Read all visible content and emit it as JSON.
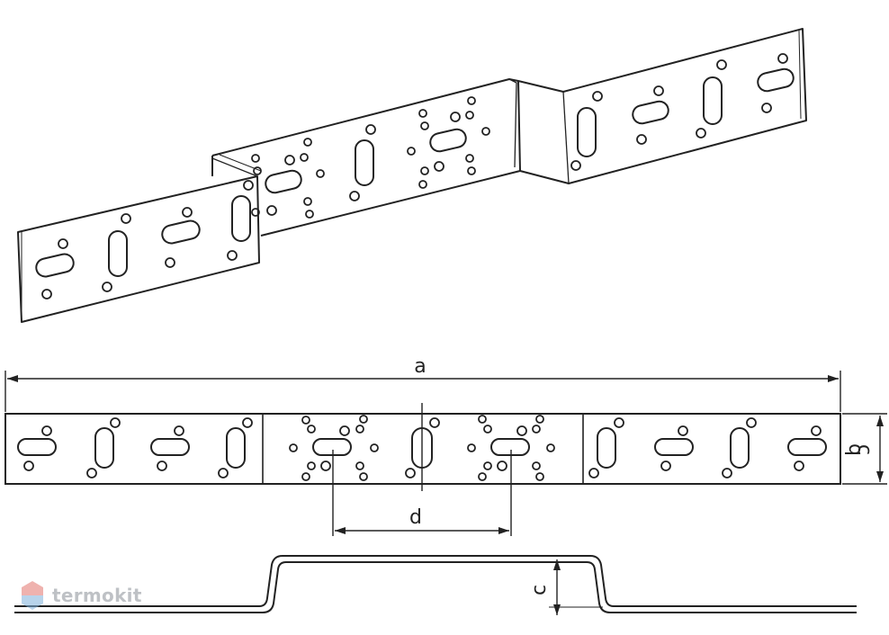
{
  "dimensions": {
    "a": "a",
    "b": "b",
    "b2": "ɔ",
    "c": "c",
    "d": "d"
  },
  "watermark": {
    "text": "termokit",
    "logo_icon": "shield-hexagon-icon",
    "colors": {
      "top": "#e2746c",
      "bottom": "#7fb2dc"
    }
  },
  "colors": {
    "line": "#222222",
    "background": "#ffffff"
  }
}
